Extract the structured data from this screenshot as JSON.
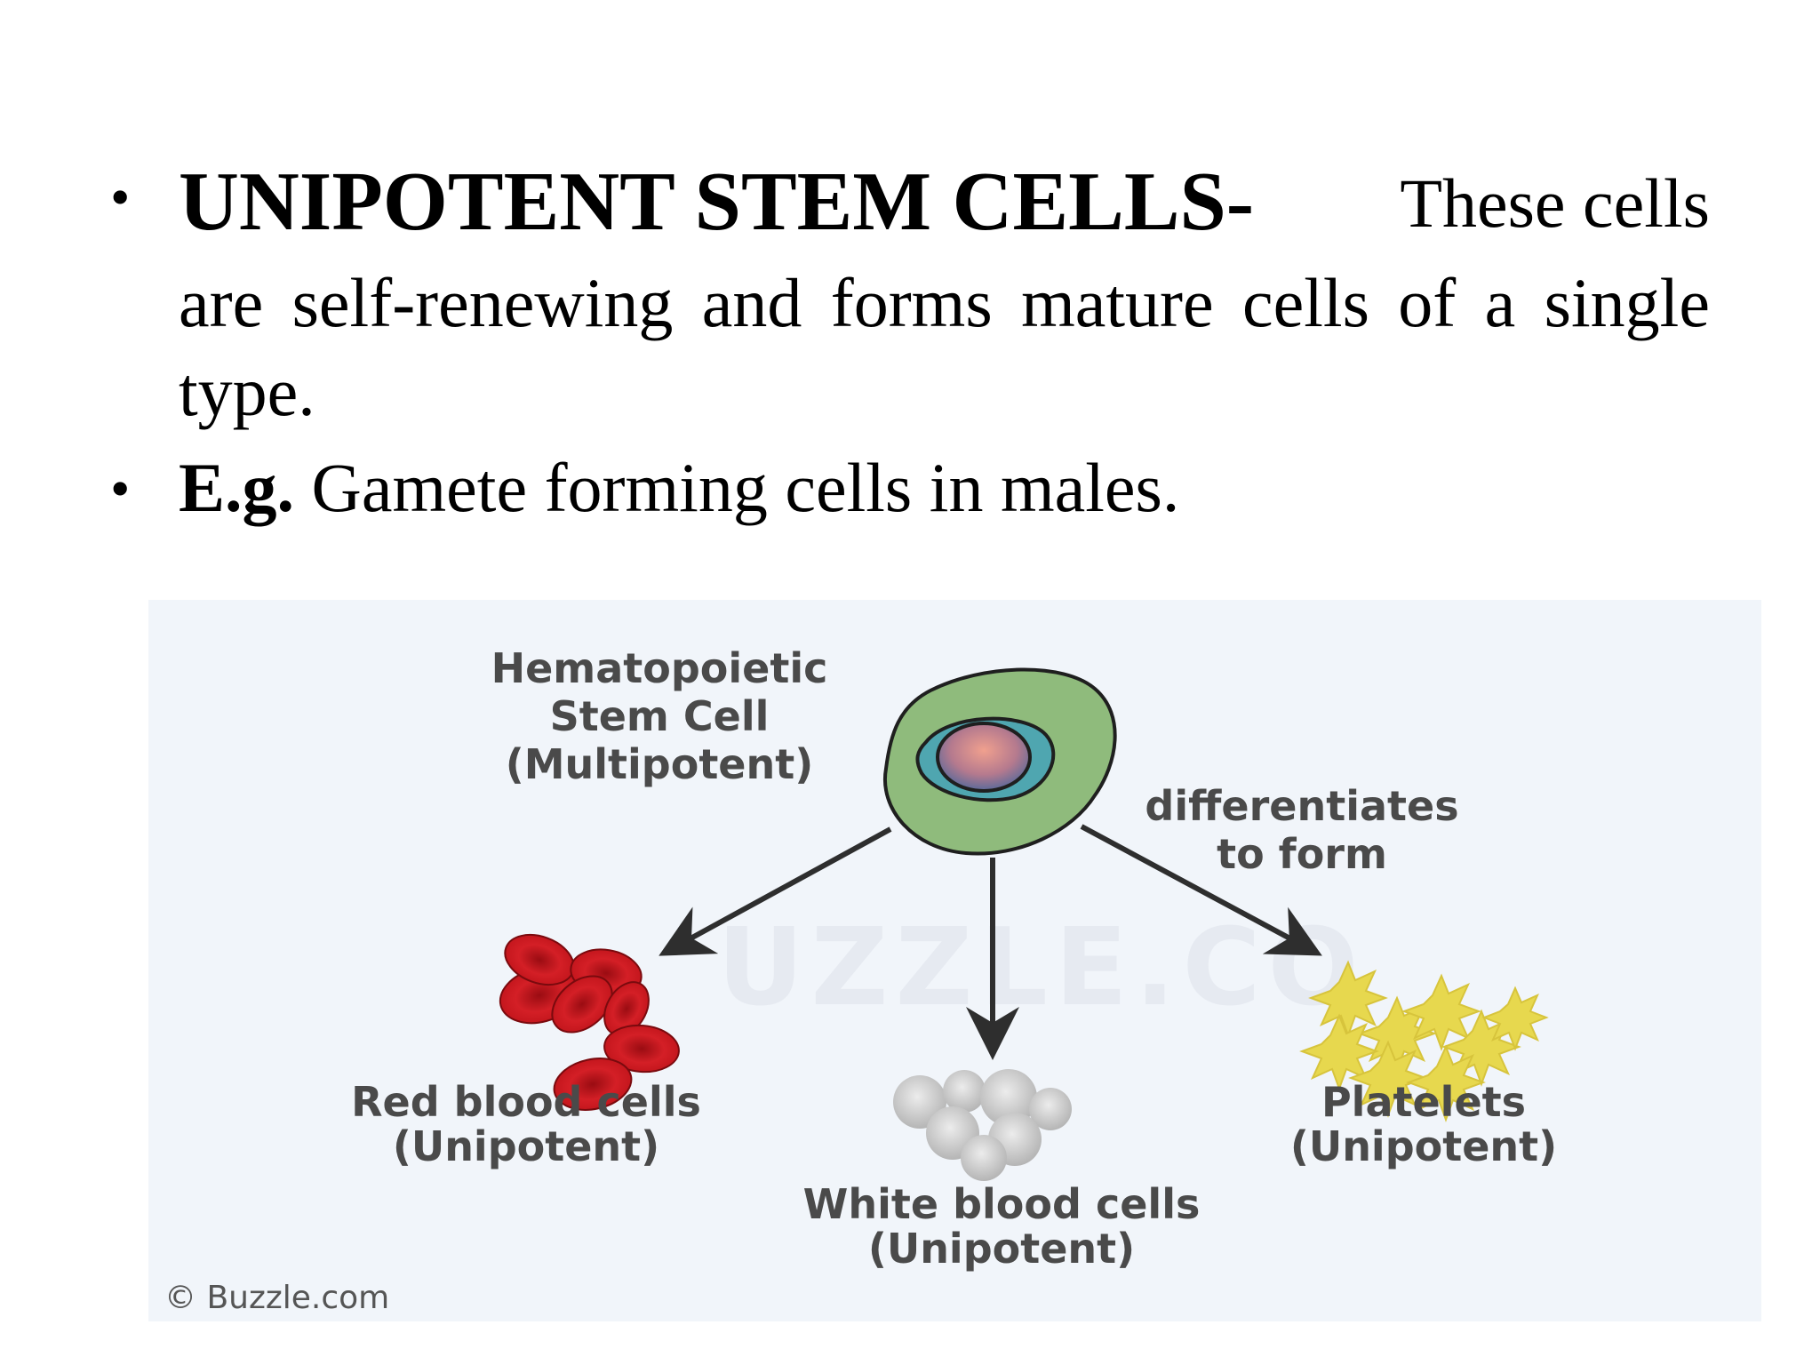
{
  "bullets": [
    {
      "heading": "UNIPOTENT STEM CELLS-",
      "line1_rest": "These cells",
      "line2_words": [
        "are",
        "self-renewing",
        "and",
        "forms",
        "mature",
        "cells",
        "of",
        "a",
        "single"
      ],
      "line3": "type."
    },
    {
      "label": "E.g.",
      "text": "Gamete forming cells in males."
    }
  ],
  "figure": {
    "stem_cell": {
      "line1": "Hematopoietic",
      "line2": "Stem Cell",
      "line3": "(Multipotent)"
    },
    "arrow_label": {
      "line1": "differentiates",
      "line2": "to form"
    },
    "red": {
      "name": "Red blood cells",
      "potency": "(Unipotent)"
    },
    "white": {
      "name": "White blood cells",
      "potency": "(Unipotent)"
    },
    "platelets": {
      "name": "Platelets",
      "potency": "(Unipotent)"
    },
    "watermark": "UZZLE.CO",
    "credit": "© Buzzle.com"
  },
  "colors": {
    "figure_bg": "#f1f5fa",
    "cell_outer": "#8fbb7c",
    "cell_ring": "#2d8a94",
    "nucleus": "#d88a8a",
    "rbc": "#c8161e",
    "wbc": "#c9c9c9",
    "platelet": "#e7d84e",
    "arrow": "#2e2e2e"
  }
}
